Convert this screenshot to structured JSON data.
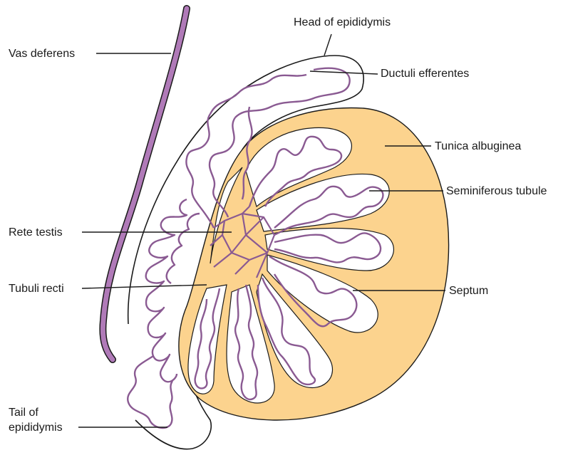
{
  "labels": {
    "head_of_epididymis": "Head of epididymis",
    "ductuli_efferentes": "Ductuli efferentes",
    "vas_deferens": "Vas deferens",
    "tunica_albuginea": "Tunica albuginea",
    "seminiferous_tubule": "Seminiferous tubule",
    "rete_testis": "Rete testis",
    "tubuli_recti": "Tubuli recti",
    "septum": "Septum",
    "tail_of_epididymis_1": "Tail of",
    "tail_of_epididymis_2": "epididymis"
  },
  "colors": {
    "tubule": "#8a5a92",
    "vas_deferens": "#b07ab8",
    "tunica": "#fcd38e",
    "lobule": "#ffffff",
    "outline": "#1a1a1a"
  }
}
